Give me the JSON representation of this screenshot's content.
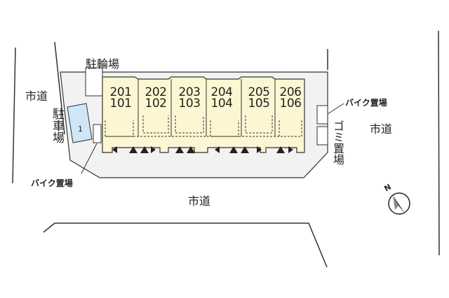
{
  "labels": {
    "city_road_left": "市道",
    "city_road_right": "市道",
    "city_road_bottom": "市道",
    "parking": "駐車場",
    "bicycle_parking": "駐輪場",
    "bike_parking_right": "バイク置場",
    "bike_parking_left": "バイク置場",
    "garbage": "ゴミ置場",
    "north": "N"
  },
  "parking_spaces": [
    {
      "number": "1"
    }
  ],
  "units": [
    {
      "upper": "201",
      "lower": "101"
    },
    {
      "upper": "202",
      "lower": "102"
    },
    {
      "upper": "203",
      "lower": "103"
    },
    {
      "upper": "204",
      "lower": "104"
    },
    {
      "upper": "205",
      "lower": "105"
    },
    {
      "upper": "206",
      "lower": "106"
    }
  ],
  "colors": {
    "site": "#f2f2f2",
    "building": "#fcf7d2",
    "parking_space": "#cfe6f7",
    "line": "#333333"
  }
}
